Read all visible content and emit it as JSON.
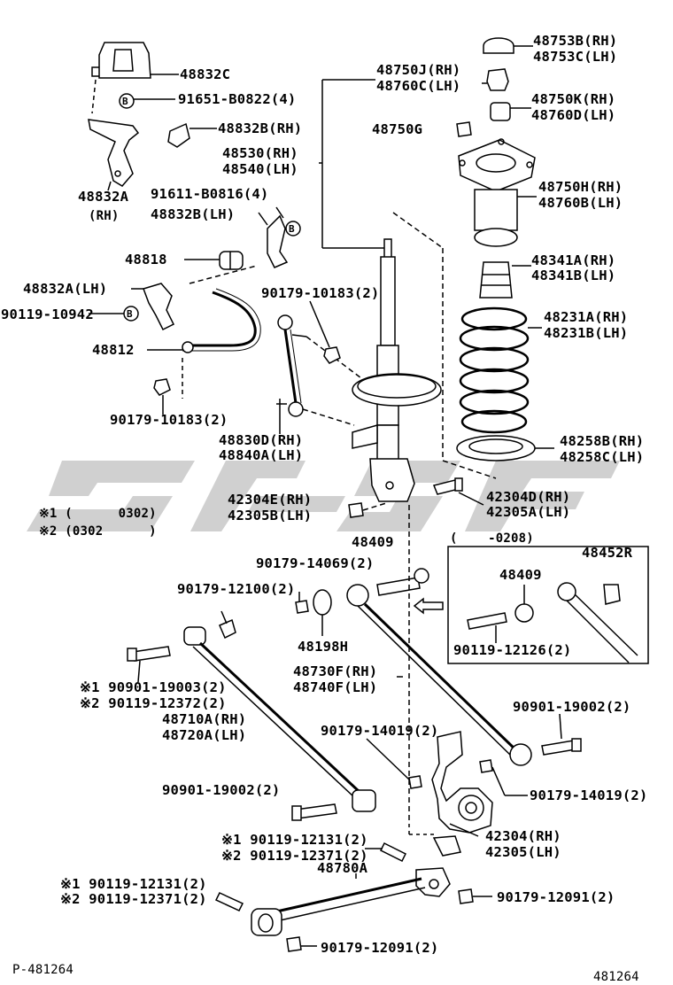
{
  "diagram": {
    "labels": {
      "p48832c": "48832C",
      "p91651": "91651-B0822(4)",
      "p48832b_rh": "48832B(RH)",
      "p48832a": "48832A",
      "rh": "(RH)",
      "p91611": "91611-B0816(4)",
      "p48832b_lh": "48832B(LH)",
      "p48818": "48818",
      "p48832a_lh": "48832A(LH)",
      "p90119_10942": "90119-10942",
      "p48812": "48812",
      "p90179_10183_a": "90179-10183(2)",
      "p90179_10183_b": "90179-10183(2)",
      "p48830d": "48830D(RH)",
      "p48840a": "48840A(LH)",
      "p48750j": "48750J(RH)",
      "p48760c": "48760C(LH)",
      "p48530": "48530(RH)",
      "p48540": "48540(LH)",
      "p48753b": "48753B(RH)",
      "p48753c": "48753C(LH)",
      "p48750k": "48750K(RH)",
      "p48760d": "48760D(LH)",
      "p48750g": "48750G",
      "p48750h": "48750H(RH)",
      "p48760b": "48760B(LH)",
      "p48341a": "48341A(RH)",
      "p48341b": "48341B(LH)",
      "p48231a": "48231A(RH)",
      "p48231b": "48231B(LH)",
      "p48258b": "48258B(RH)",
      "p48258c": "48258C(LH)",
      "p42304e": "42304E(RH)",
      "p42305b": "42305B(LH)",
      "p42304d": "42304D(RH)",
      "p42305a": "42305A(LH)",
      "note1": "※1 (      0302)",
      "note2": "※2 (0302      )",
      "p48409": "48409",
      "p90179_14069": "90179-14069(2)",
      "p90179_12100": "90179-12100(2)",
      "p48198h": "48198H",
      "p48730f": "48730F(RH)",
      "p48740f": "48740F(LH)",
      "box_date": "(    -0208)",
      "p48452r": "48452R",
      "p48409_box": "48409",
      "p90119_12126": "90119-12126(2)",
      "p90901_19003": "※1 90901-19003(2)",
      "p90119_12372": "※2 90119-12372(2)",
      "p48710a": "48710A(RH)",
      "p48720a": "48720A(LH)",
      "p90179_14019_a": "90179-14019(2)",
      "p90901_19002_a": "90901-19002(2)",
      "p90179_14019_b": "90179-14019(2)",
      "p90901_19002_b": "90901-19002(2)",
      "p90119_12131_a": "※1 90119-12131(2)",
      "p90119_12371_a": "※2 90119-12371(2)",
      "p42304": "42304(RH)",
      "p42305": "42305(LH)",
      "p48780a": "48780A",
      "p90119_12131_b": "※1 90119-12131(2)",
      "p90119_12371_b": "※2 90119-12371(2)",
      "p90179_12091_a": "90179-12091(2)",
      "p90179_12091_b": "90179-12091(2)",
      "footer_left": "P-481264",
      "footer_right": "481264"
    }
  }
}
